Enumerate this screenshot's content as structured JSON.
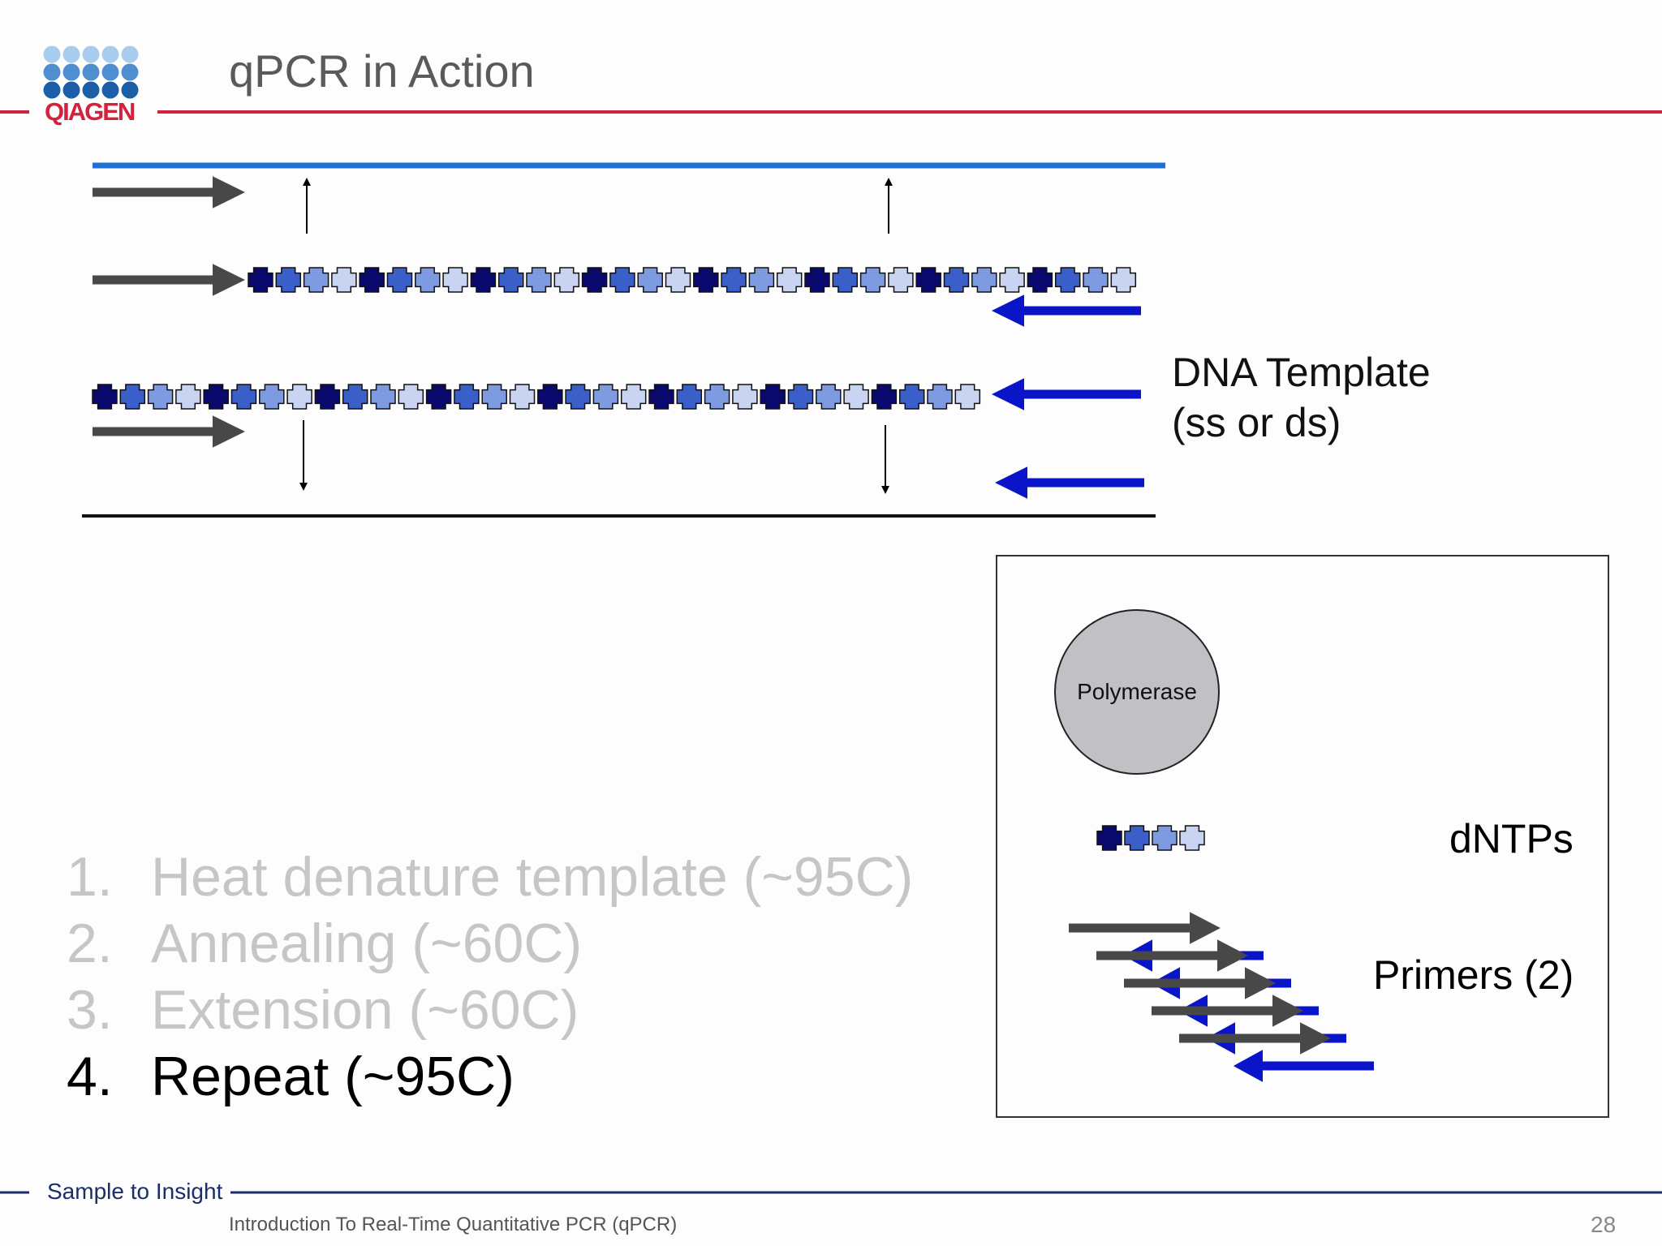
{
  "header": {
    "title": "qPCR in Action",
    "logo_text": "QIAGEN"
  },
  "diagram": {
    "template_label": [
      "DNA Template",
      "(ss or ds)"
    ]
  },
  "steps": [
    {
      "number": "1.",
      "text": "Heat denature template (~95C)",
      "state": "dim"
    },
    {
      "number": "2.",
      "text": "Annealing (~60C)",
      "state": "dim"
    },
    {
      "number": "3.",
      "text": "Extension (~60C)",
      "state": "dim"
    },
    {
      "number": "4.",
      "text": "Repeat (~95C)",
      "state": "active"
    }
  ],
  "reagents": {
    "polymerase_label": "Polymerase",
    "dntps_label": "dNTPs",
    "primers_label": "Primers (2)"
  },
  "footer": {
    "tagline": "Sample to Insight",
    "presentation_title": "Introduction To Real-Time Quantitative PCR (qPCR)",
    "page_number": "28"
  },
  "colors": {
    "brand_red": "#d4213d",
    "footer_navy": "#1a2e6b",
    "strand_blue": "#1f6fd6",
    "primer_blue": "#0a14c8",
    "primer_gray": "#484848",
    "nucleotide_shades": [
      "#0a0a6e",
      "#3a5fc8",
      "#7e9ae0",
      "#c9d4f2"
    ]
  }
}
